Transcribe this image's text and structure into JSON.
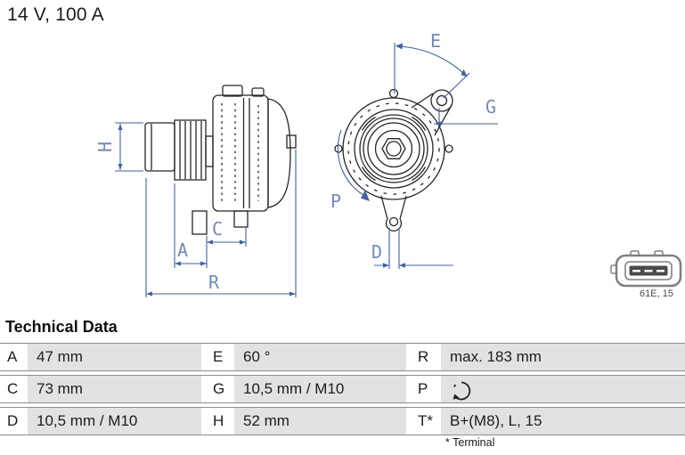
{
  "header": {
    "rating": "14 V, 100 A"
  },
  "diagram": {
    "side_view": {
      "labels": {
        "h": "H",
        "a": "A",
        "c": "C",
        "r": "R"
      }
    },
    "front_view": {
      "labels": {
        "e": "E",
        "g": "G",
        "p": "P",
        "d": "D"
      }
    },
    "connector": {
      "label": "61E, 15"
    }
  },
  "technical_data": {
    "title": "Technical Data",
    "rows": [
      {
        "cells": [
          {
            "label": "A",
            "value": "47 mm"
          },
          {
            "label": "E",
            "value": "60 °"
          },
          {
            "label": "R",
            "value": "max. 183 mm"
          }
        ]
      },
      {
        "cells": [
          {
            "label": "C",
            "value": "73 mm"
          },
          {
            "label": "G",
            "value": "10,5 mm / M10"
          },
          {
            "label": "P",
            "value": "",
            "icon": "rotation-ccw-icon"
          }
        ]
      },
      {
        "cells": [
          {
            "label": "D",
            "value": "10,5 mm / M10"
          },
          {
            "label": "H",
            "value": "52 mm"
          },
          {
            "label": "T*",
            "value": "B+(M8), L, 15"
          }
        ]
      }
    ],
    "footnote": "* Terminal"
  },
  "colors": {
    "dimension_blue": "#3c62a8",
    "dimension_label_blue": "#7189bd",
    "line_art": "#262626",
    "table_row_gray": "#e2e2e2",
    "connector_gray": "#808080"
  },
  "icons": {
    "rotation_direction": "rotation-ccw-icon"
  }
}
